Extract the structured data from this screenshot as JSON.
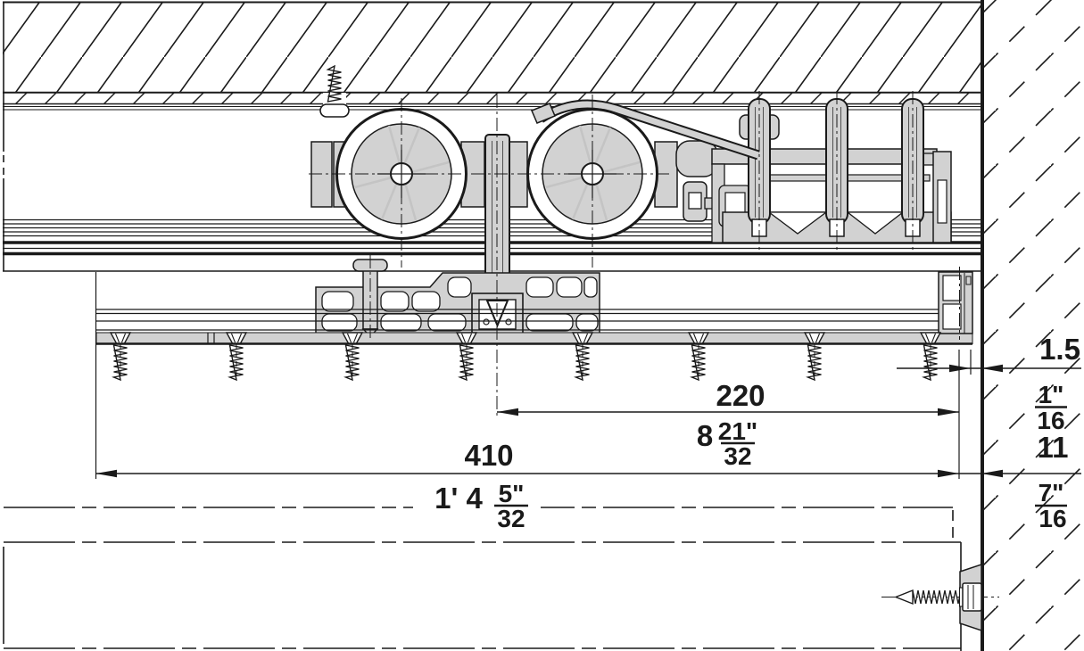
{
  "colors": {
    "line": "#1a1a1a",
    "part_fill": "#d2d2d2",
    "background": "#ffffff"
  },
  "dimensions": {
    "reveal_gap": {
      "metric": "1.5",
      "frac_num": "1\"",
      "frac_den": "16"
    },
    "bolt_to_wall": {
      "metric": "220",
      "whole": "8",
      "frac_num": "21\"",
      "frac_den": "32"
    },
    "rail_to_wall": {
      "metric": "410",
      "whole": "1' 4",
      "frac_num": "5\"",
      "frac_den": "32"
    },
    "door_to_wall": {
      "metric": "11",
      "frac_num": "7\"",
      "frac_den": "16"
    }
  }
}
